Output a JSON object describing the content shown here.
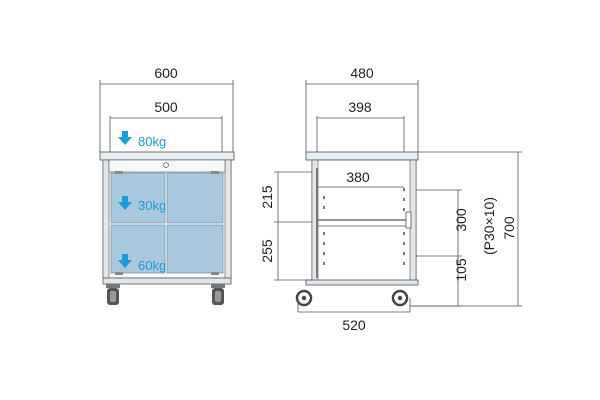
{
  "front_view": {
    "width_total": "600",
    "width_inner": "500",
    "loads": {
      "top": "80kg",
      "middle": "30kg",
      "bottom": "60kg"
    }
  },
  "side_view": {
    "depth_total": "480",
    "depth_inner_top": "398",
    "depth_shelf": "380",
    "depth_base": "520",
    "upper_opening": "215",
    "lower_opening": "255",
    "rear_opening": "300",
    "rear_clearance": "105",
    "total_height": "700",
    "pitch_note": "(P30×10)"
  },
  "colors": {
    "line": "#555555",
    "panel": "#cfe0ea",
    "glass": "#a9c8de",
    "accent": "#1e9ad6"
  }
}
